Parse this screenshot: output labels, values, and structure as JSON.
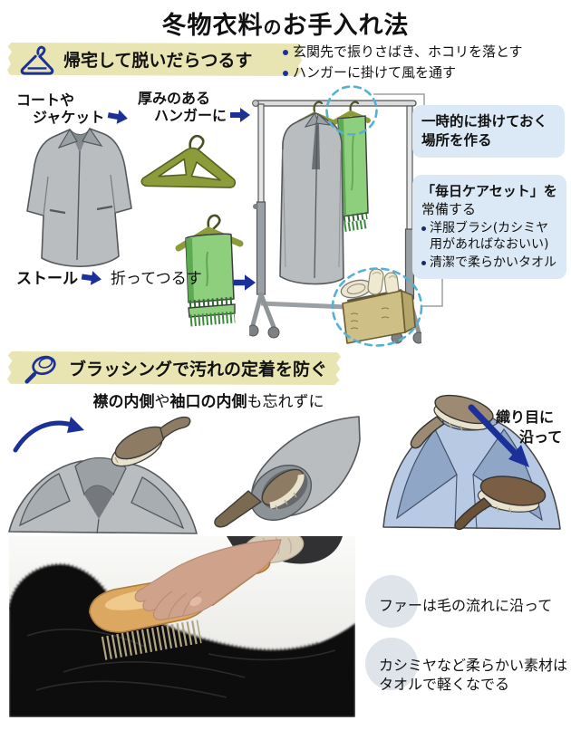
{
  "title": {
    "part1": "冬物衣料",
    "particle": "の",
    "part2": "お手入れ法"
  },
  "section1": {
    "header": "帰宅して脱いだらつるす",
    "tips": [
      "玄関先で振りさばき、ホコリを落とす",
      "ハンガーに掛けて風を通す"
    ],
    "coat_label_line1": "コートや",
    "coat_label_line2": "ジャケット",
    "hanger_label_line1": "厚みのある",
    "hanger_label_line2": "ハンガーに",
    "stole_label": "ストール",
    "stole_note": "折ってつるす",
    "temp_box_line1": "一時的に掛けておく",
    "temp_box_line2": "場所を作る",
    "care_box": {
      "title_bold": "「毎日ケアセット」を",
      "title_rest": "常備する",
      "items": [
        "洋服ブラシ(カシミヤ用があればなおいい)",
        "清潔で柔らかいタオル"
      ]
    }
  },
  "section2": {
    "header": "ブラッシングで汚れの定着を防ぐ",
    "note": {
      "bold1": "襟の内側",
      "mid": "や",
      "bold2": "袖口の内側",
      "rest": "も忘れずに"
    },
    "weave_line1": "織り目に",
    "weave_line2": "沿って",
    "fur_tip": "ファーは毛の流れに沿って",
    "cashmere_tip_line1": "カシミヤなど柔らかい素材は",
    "cashmere_tip_line2": "タオルで軽くなでる"
  },
  "colors": {
    "navy": "#1c3099",
    "tape": "#e9e5b2",
    "info-box": "#dbe8f5",
    "tip-circle": "#dfe4eb",
    "dashed": "#56b0d6",
    "green": "#8ecf7d",
    "green-dark": "#5daa52",
    "olive": "#8d9c3a",
    "coat-gray": "#b9bdc0",
    "jacket-blue": "#b7c9e3"
  }
}
